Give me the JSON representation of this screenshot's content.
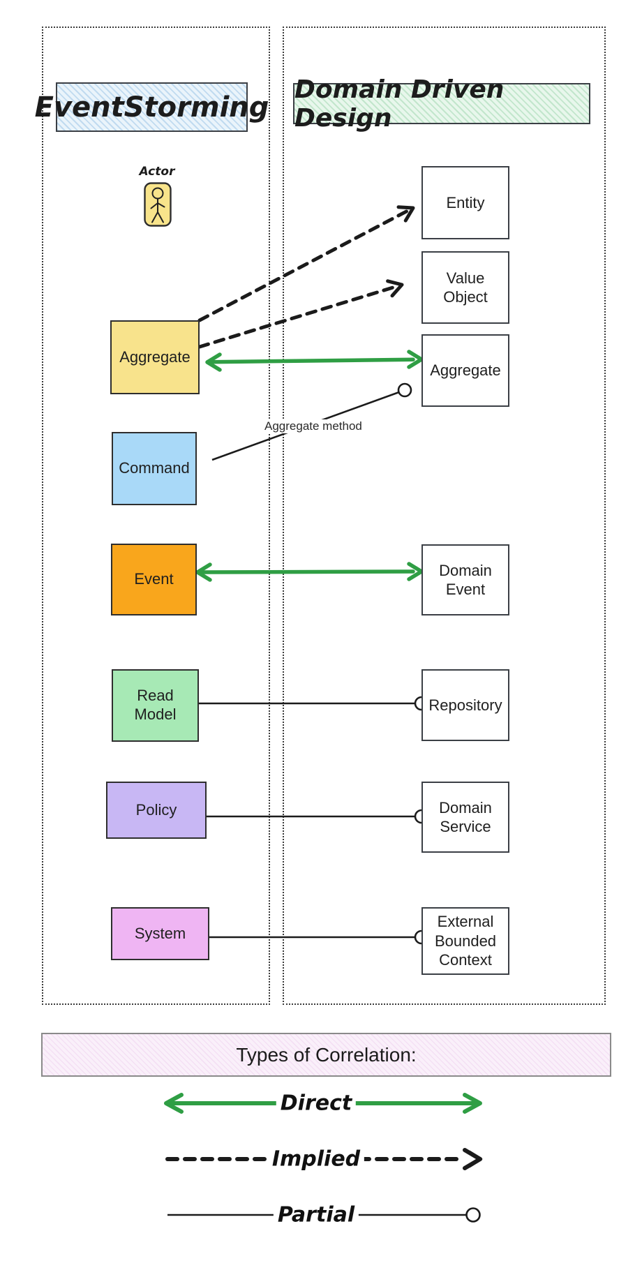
{
  "es": {
    "header": "EventStorming",
    "actor_label": "Actor",
    "boxes": [
      {
        "id": "aggregate",
        "label": "Aggregate",
        "color": "#f8e38c"
      },
      {
        "id": "command",
        "label": "Command",
        "color": "#a9d9f8"
      },
      {
        "id": "event",
        "label": "Event",
        "color": "#f9a61c"
      },
      {
        "id": "read-model",
        "label": "Read Model",
        "color": "#a7e9b5"
      },
      {
        "id": "policy",
        "label": "Policy",
        "color": "#c8b7f4"
      },
      {
        "id": "system",
        "label": "System",
        "color": "#efb5f3"
      }
    ]
  },
  "ddd": {
    "header": "Domain Driven Design",
    "boxes": [
      {
        "id": "entity",
        "label": "Entity"
      },
      {
        "id": "value-object",
        "label": "Value Object"
      },
      {
        "id": "aggregate",
        "label": "Aggregate"
      },
      {
        "id": "domain-event",
        "label": "Domain Event"
      },
      {
        "id": "repository",
        "label": "Repository"
      },
      {
        "id": "domain-service",
        "label": "Domain Service"
      },
      {
        "id": "external-bounded-context",
        "label": "External Bounded Context"
      }
    ]
  },
  "annotations": {
    "aggregate_method": "Aggregate method"
  },
  "legend": {
    "title": "Types of Correlation:",
    "direct": "Direct",
    "implied": "Implied",
    "partial": "Partial"
  },
  "colors": {
    "direct_green": "#2f9e44",
    "line_black": "#1b1b1b",
    "es_header_fill": "#eaf4fb",
    "ddd_header_fill": "#e8f7ec",
    "legend_fill": "#faf0fa"
  }
}
